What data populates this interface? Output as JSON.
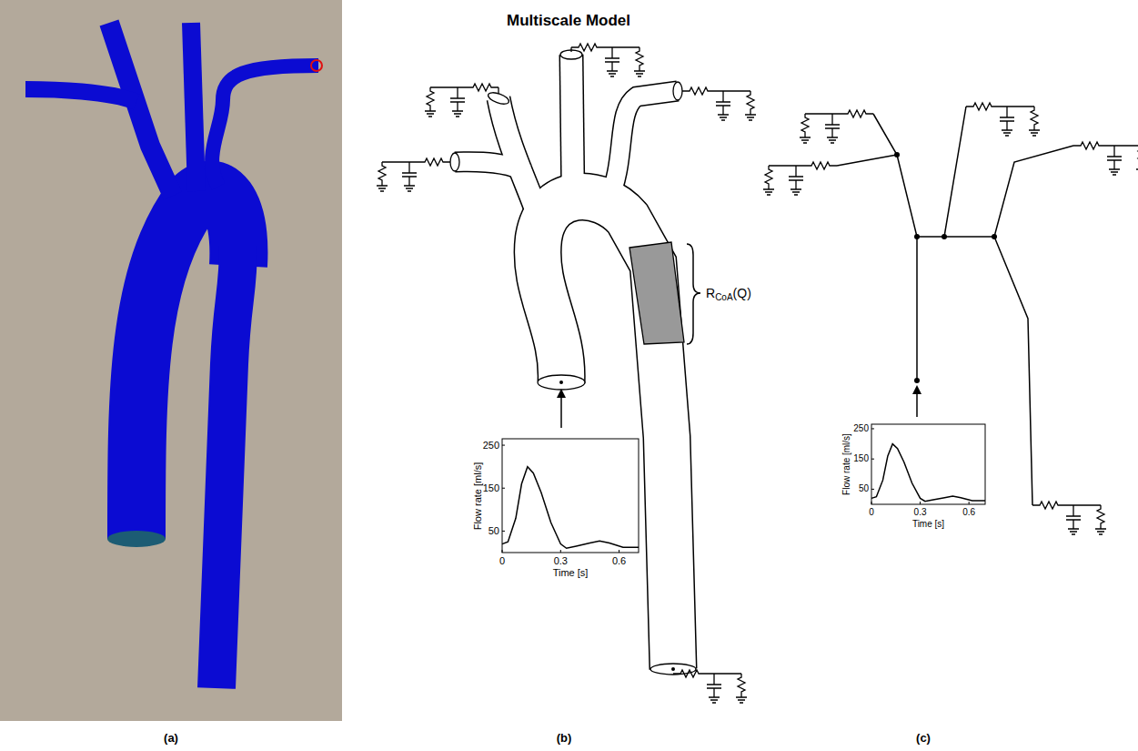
{
  "diagram": {
    "title": "Multiscale Model",
    "labels": [
      "(a)",
      "(b)",
      "(c)",
      "R",
      "CoA",
      "(Q)",
      "250",
      "150",
      "50",
      "0",
      "0.3",
      "0.6",
      "Flow rate [ml/s]",
      "Time [s]",
      "250",
      "150",
      "50",
      "0",
      "0.3",
      "0.6",
      "Flow rate [ml/s]",
      "Time [s]"
    ]
  }
}
